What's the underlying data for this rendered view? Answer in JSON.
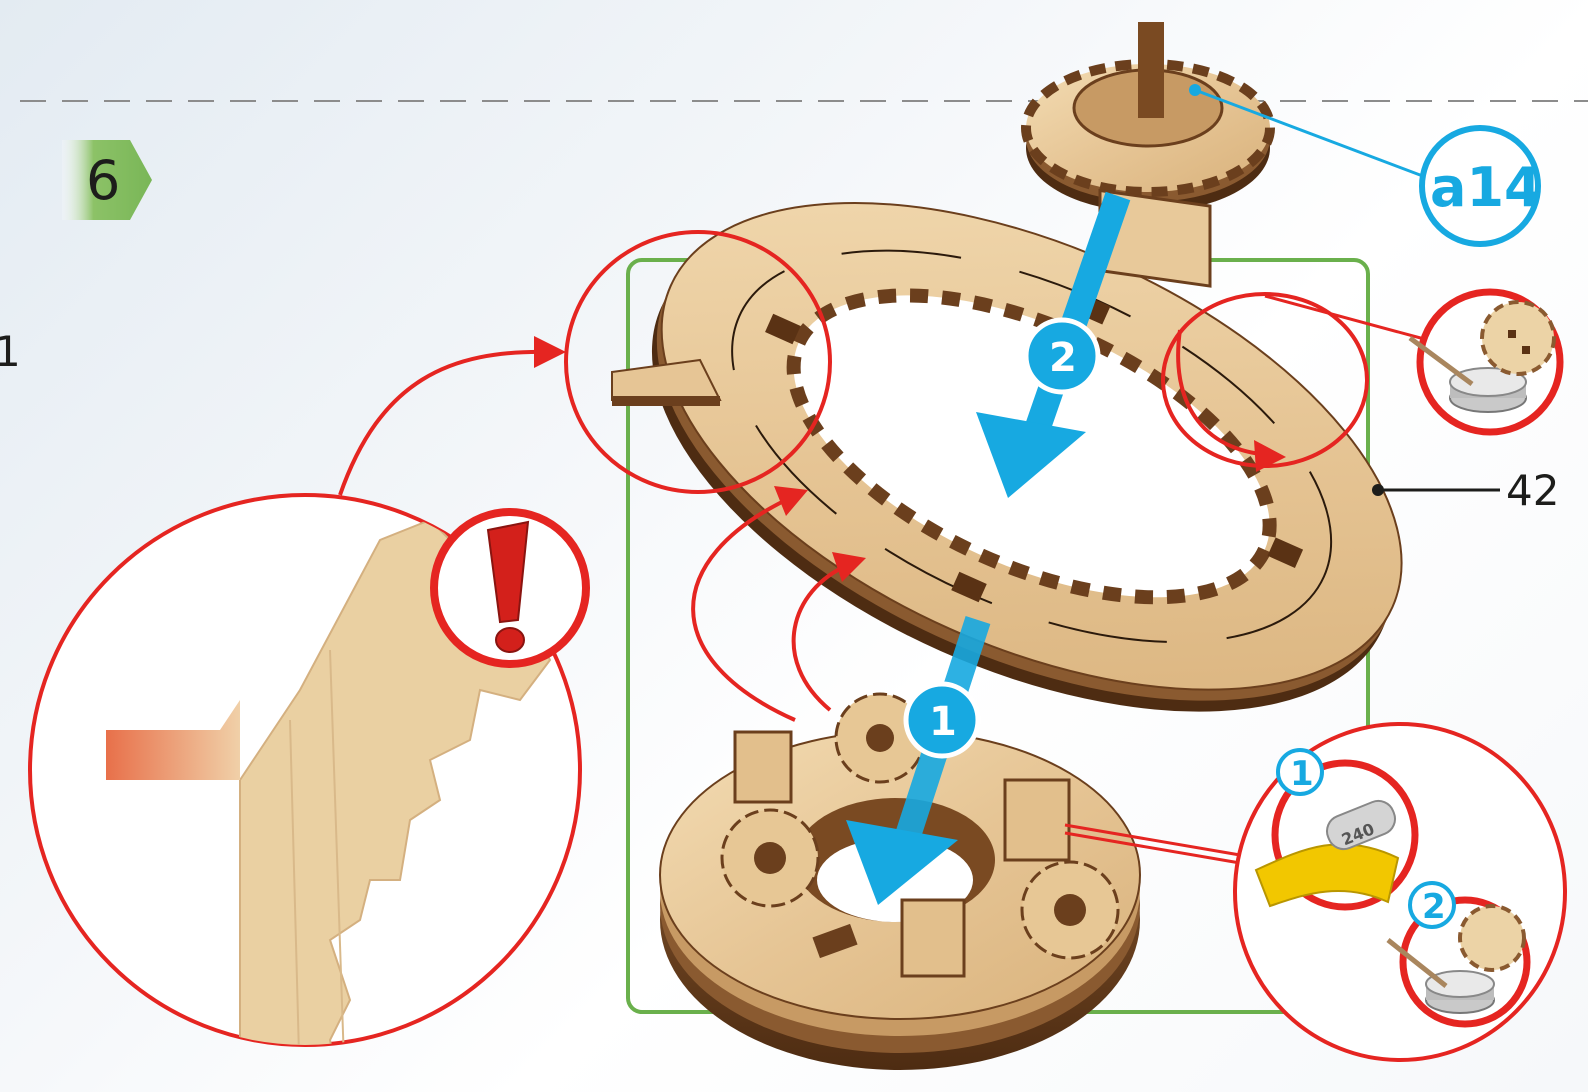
{
  "step": {
    "number": "6"
  },
  "edge_label": "1",
  "parts": {
    "top_gear_id": "a14",
    "ring_id": "42"
  },
  "sequence": [
    {
      "number": "1",
      "meaning": "lower"
    },
    {
      "number": "2",
      "meaning": "upper"
    }
  ],
  "sanding_inset": {
    "step_one": "1",
    "step_two": "2",
    "sandpaper_grit": "240"
  },
  "colors": {
    "callout_blue": "#17a9e1",
    "warning_red": "#e52521",
    "frame_green": "#6ab04c",
    "step_badge_green": "#8cc267",
    "wood_light": "#e8c99a",
    "wood_dark": "#6b3f1d"
  },
  "icons": {
    "warning": "exclamation-icon",
    "sanding": "sanding-tool-icon",
    "sandpaper": "sandpaper-icon"
  }
}
